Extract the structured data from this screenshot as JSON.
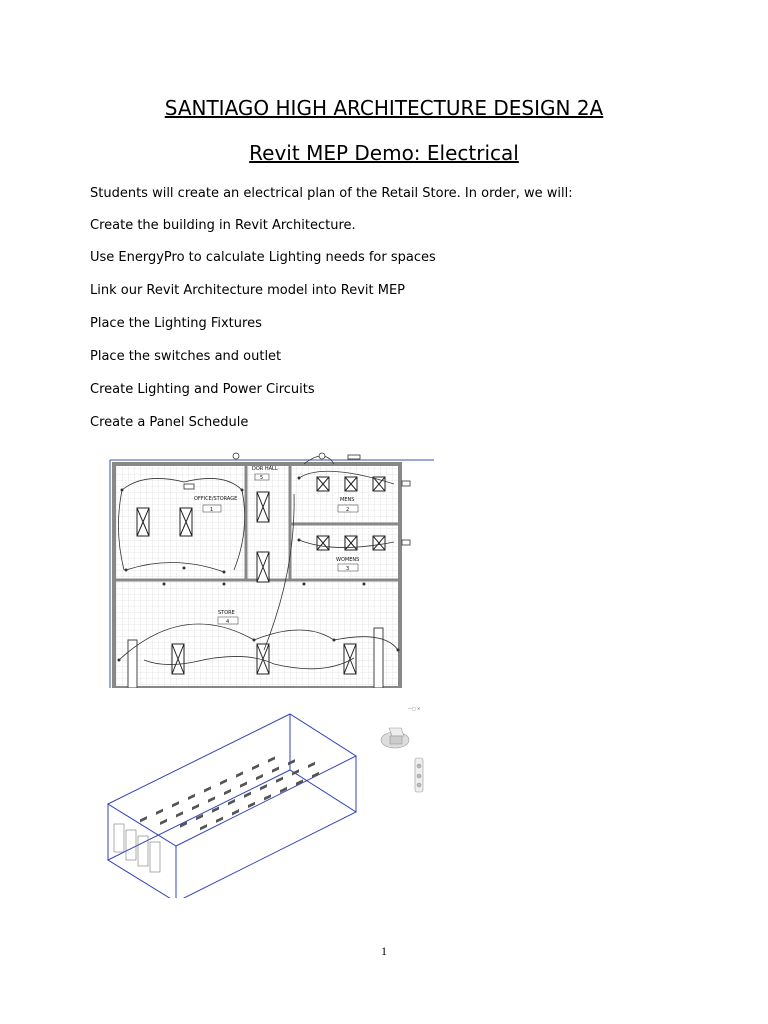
{
  "document": {
    "title": "SANTIAGO HIGH ARCHITECTURE DESIGN 2A",
    "subtitle": "Revit MEP Demo: Electrical",
    "intro": "Students will create an electrical plan of the Retail Store. In order, we will:",
    "steps": [
      "Create the building in Revit Architecture.",
      "Use EnergyPro to calculate Lighting needs for spaces",
      "Link our Revit Architecture model into Revit MEP",
      "Place the Lighting Fixtures",
      "Place the switches and outlet",
      "Create Lighting and Power Circuits",
      "Create a Panel Schedule"
    ],
    "page_number": "1"
  },
  "floor_plan": {
    "rooms": [
      {
        "name": "OFFICE/STORAGE",
        "number": "1"
      },
      {
        "name": "DOR HALL",
        "number": "5"
      },
      {
        "name": "MENS",
        "number": "2"
      },
      {
        "name": "WOMENS",
        "number": "3"
      },
      {
        "name": "STORE",
        "number": "4"
      }
    ]
  }
}
